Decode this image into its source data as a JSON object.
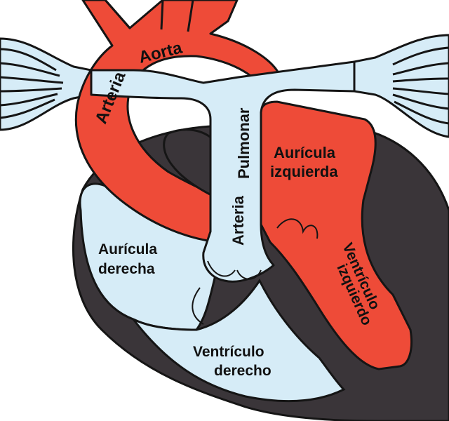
{
  "colors": {
    "oxygenated": "#ee4b38",
    "deoxygenated": "#d6ecf7",
    "muscle": "#3a3539",
    "outline": "#151515",
    "background": "#ffffff"
  },
  "labels": {
    "aorta_arteria": "Arteria",
    "aorta": "Aorta",
    "pulmonar_arteria": "Arteria",
    "pulmonar": "Pulmonar",
    "auricula_izquierda_1": "Aurícula",
    "auricula_izquierda_2": "izquierda",
    "auricula_derecha_1": "Aurícula",
    "auricula_derecha_2": "derecha",
    "ventriculo_izquierdo_1": "Ventrículo",
    "ventriculo_izquierdo_2": "izquierdo",
    "ventriculo_derecho_1": "Ventrículo",
    "ventriculo_derecho_2": "derecho"
  }
}
